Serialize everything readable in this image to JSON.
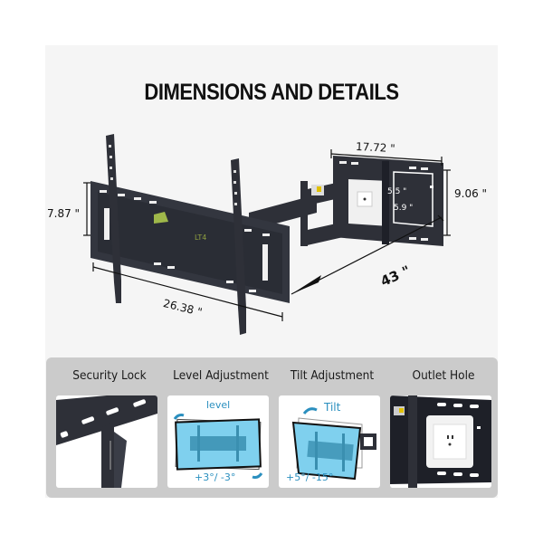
{
  "title": "DIMENSIONS AND DETAILS",
  "dimensions": {
    "arm_width": "17.72 \"",
    "arm_height": "9.06 \"",
    "outlet_height": "5.5 \"",
    "outlet_width": "5.9 \"",
    "plate_height": "7.87 \"",
    "plate_width": "26.38 \"",
    "extension": "43 \""
  },
  "features": [
    {
      "label": "Security Lock",
      "caption": ""
    },
    {
      "label": "Level Adjustment",
      "caption_top": "level",
      "caption": "+3°/ -3°"
    },
    {
      "label": "Tilt Adjustment",
      "caption_top": "Tilt",
      "caption": "+5°/ -15°"
    },
    {
      "label": "Outlet Hole",
      "caption": ""
    }
  ],
  "colors": {
    "mount": "#2e3038",
    "screen_blue": "#7fd0ee",
    "accent_blue": "#2a8fbf",
    "panel_gray": "#cbcbcb",
    "background": "#f5f5f5"
  }
}
